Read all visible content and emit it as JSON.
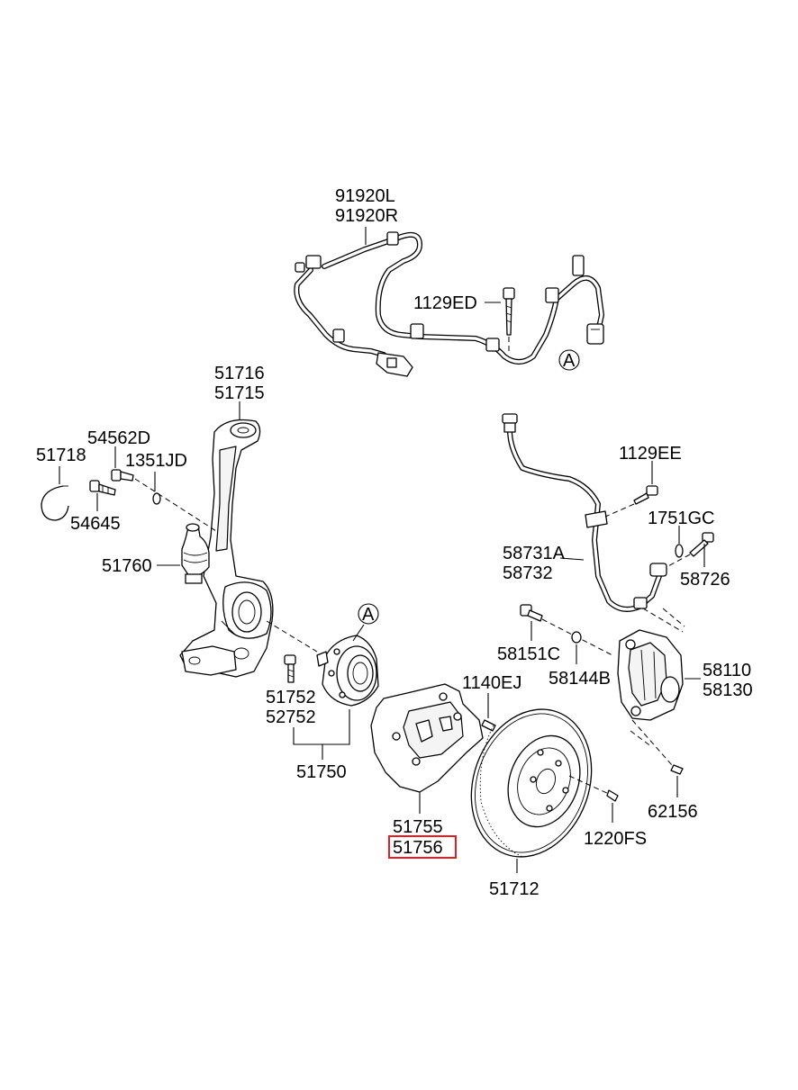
{
  "diagram": {
    "highlight_color": "#e02020",
    "labels": {
      "p91920L": "91920L",
      "p91920R": "91920R",
      "p1129ED": "1129ED",
      "markerA_top": "A",
      "p51716": "51716",
      "p51715": "51715",
      "p54562D": "54562D",
      "p51718": "51718",
      "p1351JD": "1351JD",
      "p54645": "54645",
      "p51760": "51760",
      "markerA_hub": "A",
      "p51752": "51752",
      "p52752": "52752",
      "p51750": "51750",
      "p1140EJ": "1140EJ",
      "p51755": "51755",
      "p51756": "51756",
      "p51712": "51712",
      "p1220FS": "1220FS",
      "p1129EE": "1129EE",
      "p1751GC": "1751GC",
      "p58731A": "58731A",
      "p58732": "58732",
      "p58726": "58726",
      "p58151C": "58151C",
      "p58144B": "58144B",
      "p58110": "58110",
      "p58130": "58130",
      "p62156": "62156"
    }
  }
}
